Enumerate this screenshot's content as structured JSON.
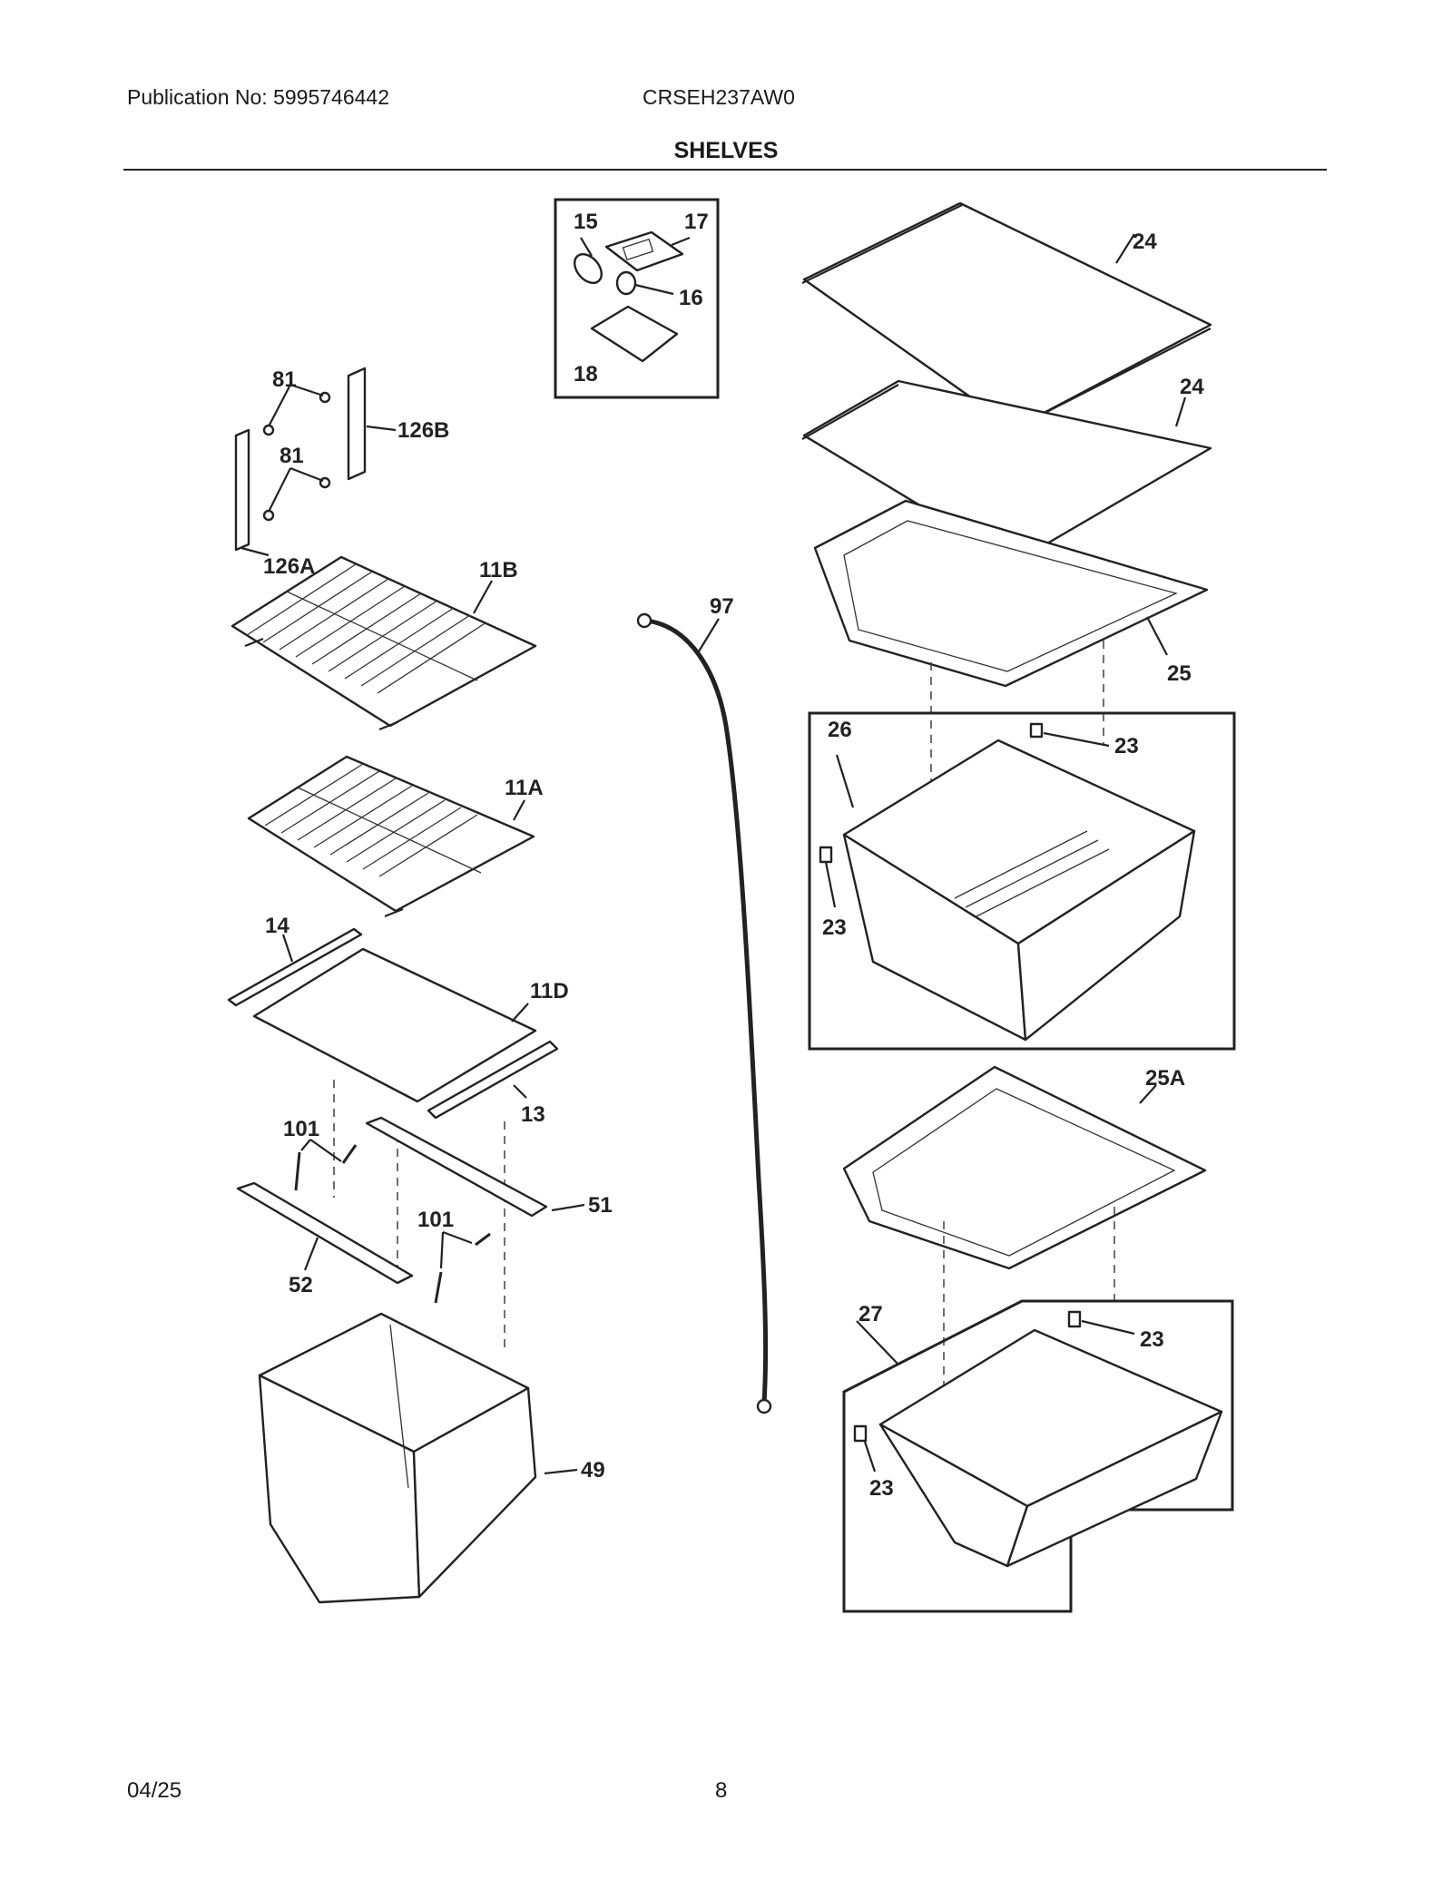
{
  "header": {
    "publication": "Publication No: 5995746442",
    "model": "CRSEH237AW0",
    "section_title": "SHELVES"
  },
  "callouts": {
    "c15": "15",
    "c17": "17",
    "c16": "16",
    "c18": "18",
    "c24a": "24",
    "c24b": "24",
    "c25": "25",
    "c26": "26",
    "c23a": "23",
    "c23b": "23",
    "c25A": "25A",
    "c27": "27",
    "c23c": "23",
    "c23d": "23",
    "c81a": "81",
    "c81b": "81",
    "c126B": "126B",
    "c126A": "126A",
    "c11B": "11B",
    "c11A": "11A",
    "c14": "14",
    "c11D": "11D",
    "c13": "13",
    "c101a": "101",
    "c101b": "101",
    "c51": "51",
    "c52": "52",
    "c49": "49",
    "c97": "97"
  },
  "footer": {
    "date": "04/25",
    "page_number": "8"
  }
}
